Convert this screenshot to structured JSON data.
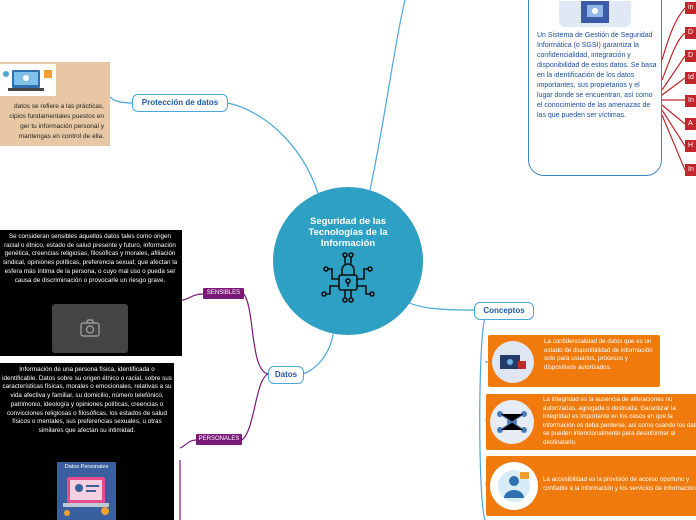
{
  "central": {
    "title": "Seguridad de las Tecnologías de la Información"
  },
  "nodes": {
    "proteccion": "Protección de datos",
    "datos": "Datos",
    "conceptos": "Conceptos"
  },
  "tags": {
    "sensibles": "SENSIBLES",
    "personales": "PERSONALES"
  },
  "texts": {
    "proteccion": "datos se refiere a las prácticas, cipios fundamentales puestos en ger tu información personal y mantengas en control de ella.",
    "sensibles": "Se consideran sensibles aquellos datos tales como origen racial o étnico, estado de salud presente y futuro, información genética, creencias religiosas, filosóficas y morales, afiliación sindical, opiniones políticas, preferencia sexual; que afectan la esfera más íntima de la persona, o cuyo mal uso o pueda ser causa de discriminación o provocarle un riesgo grave.",
    "personales": "Información de una persona física, identificada o identificable. Datos sobre su origen étnico o racial, sobre sus características físicas, morales o emocionales, relativas a su vida afectiva y familiar, su domicilio, número telefónico, patrimonio, ideología y opiniones políticas, creencias o convicciones religiosas o filosóficas, los estados de salud físicos o mentales, sus preferencias sexuales, u otras similares que afectan su intimidad.",
    "personales_image_label": "Datos Personales",
    "sgsi": "Un Sistema de Gestión de Seguridad Informática (o SGSI) garantiza la confidencialidad, integración y disponibilidad de estos datos. Se basa en la identificación de los datos importantes, sus propietarios y el lugar donde se encuentran, así como el conocimiento de las amenazas de las que pueden ser víctimas.",
    "confidencialidad": "La confidencialidad de datos que es un estado de disponibilidad de información solo para usuarios, procesos y dispositivos autorizados.",
    "integridad": "La integridad es la ausencia de alteraciones no autorizadas, agregada o destruida. Garantizar la integridad es importante en los casos en que la información es deba perderse, así como cuando los datos se pueden intencionalmente para desinformar al destinatario.",
    "accesibilidad": "La accesibilidad es la provisión de acceso oportuno y confiable a la información y los servicios de información."
  },
  "red_tabs": [
    "in",
    "D",
    "D",
    "Id",
    "In",
    "A",
    "H",
    "In"
  ],
  "colors": {
    "central": "#2ea0c4",
    "tag": "#7a1a78",
    "orange": "#f07a0c",
    "red_tab": "#c0262b",
    "tan": "#e8c8a4"
  },
  "icons": [
    "lock-circuit-icon",
    "camera-icon",
    "personal-data-laptop-icon",
    "data-protection-icon",
    "security-screen-icon"
  ]
}
